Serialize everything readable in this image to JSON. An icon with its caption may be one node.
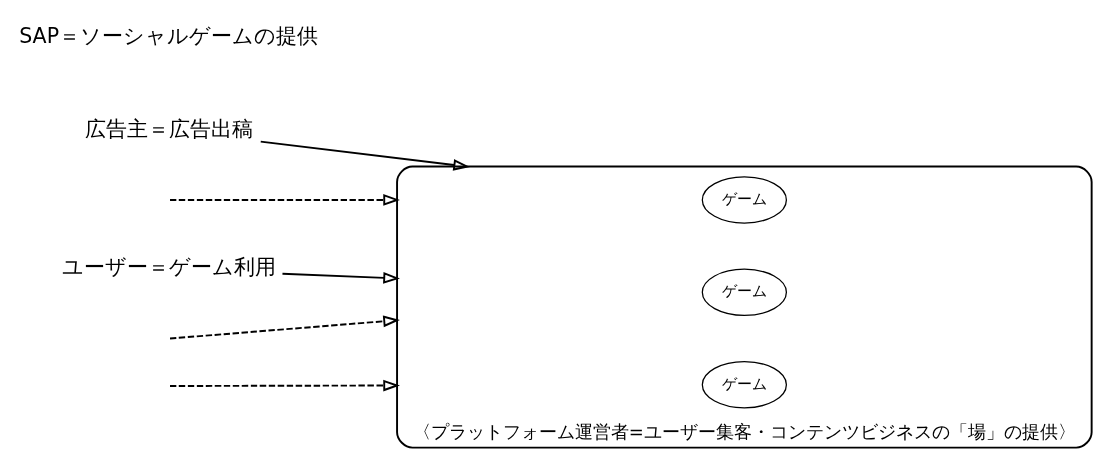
{
  "diagram": {
    "nodes": [
      {
        "text": [],
        "shape": "ellipse",
        "beside": [
          "〈プラットフォーム運営者=ユーザー集客・コンテンツビジネスの「場」の提供〉"
        ]
      },
      {
        "text": [
          "ゲーム"
        ],
        "in": 0
      },
      {
        "text": [
          "ゲーム"
        ],
        "in": 0
      },
      {
        "text": [
          "ゲーム"
        ],
        "in": 0
      },
      {
        "text": [
          "広告主＝広告出稿"
        ]
      },
      {
        "text": [
          "ユーザー＝ゲーム利用"
        ]
      }
    ],
    "edges": [
      {
        "from": null,
        "to": 0,
        "arrow": "to",
        "style": "dashed"
      },
      {
        "from": null,
        "to": 0,
        "arrow": "to",
        "style": "dashed"
      },
      {
        "from": null,
        "to": 0,
        "arrow": "to",
        "style": "dashed"
      },
      {
        "from": 4,
        "to": 0,
        "arrow": "to"
      },
      {
        "from": 5,
        "to": 0,
        "arrow": "to"
      }
    ],
    "labels": [
      "SAP＝ソーシャルゲームの提供"
    ]
  }
}
